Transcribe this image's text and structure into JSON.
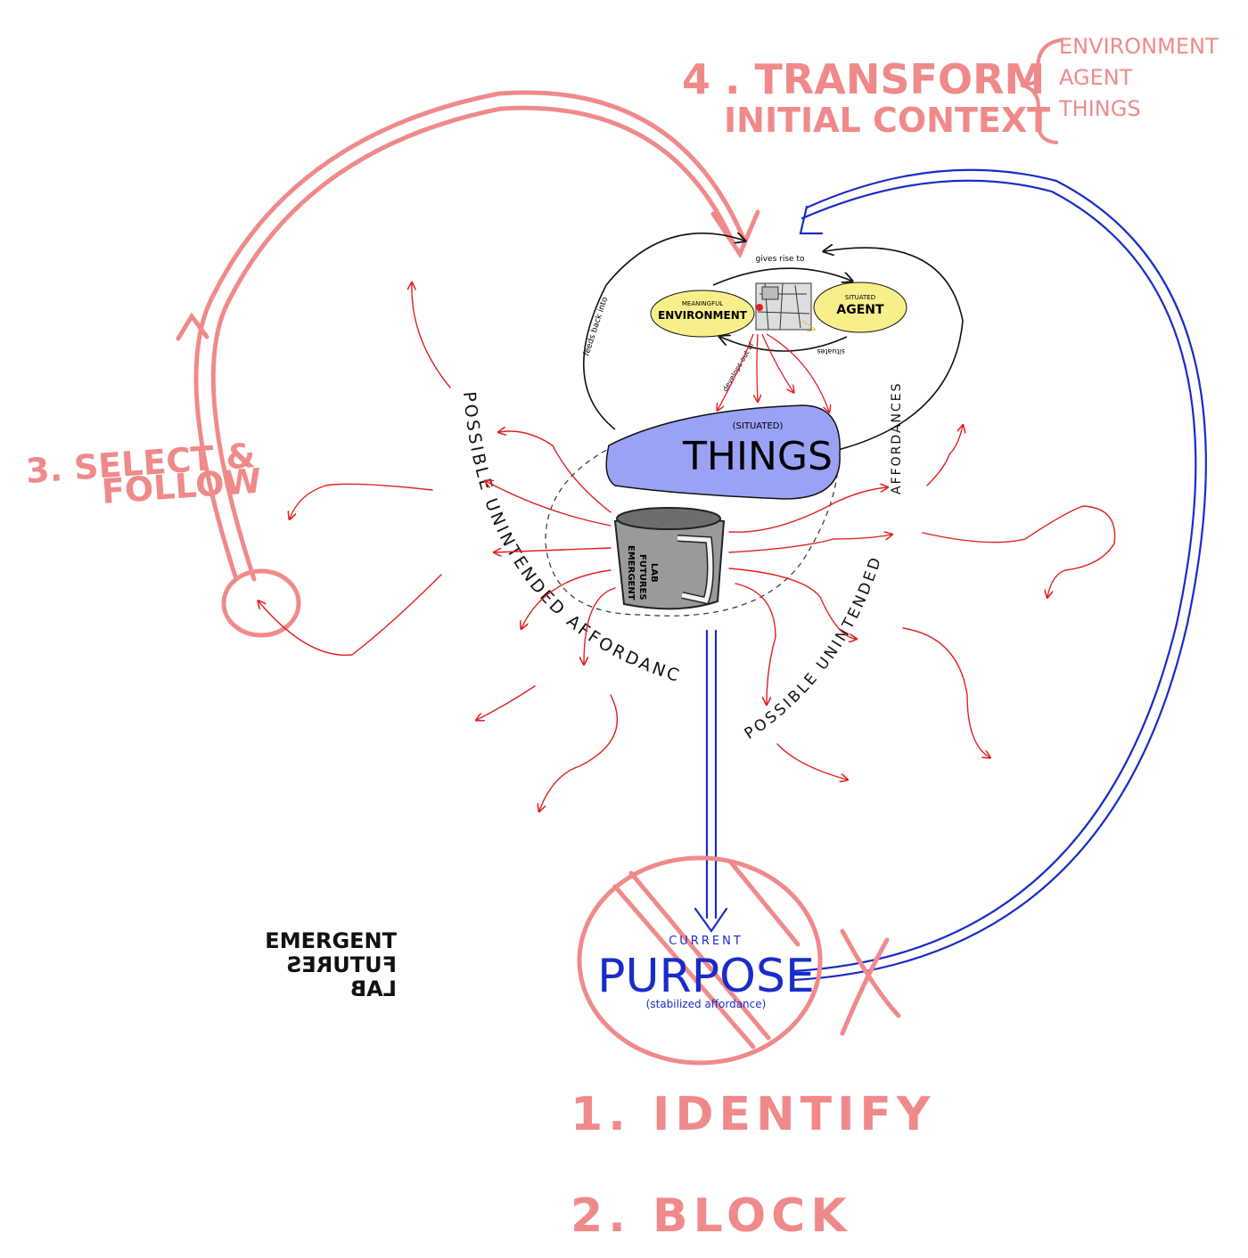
{
  "steps": {
    "transform_line1": "4 . TRANSFORM",
    "transform_line2": "INITIAL CONTEXT",
    "transform_items": [
      "ENVIRONMENT",
      "AGENT",
      "THINGS"
    ],
    "select_line1": "3. SELECT &",
    "select_line2": "FOLLOW",
    "identify": "1. IDENTIFY",
    "block": "2. BLOCK"
  },
  "core": {
    "environment_small": "MEANINGFUL",
    "environment": "ENVIRONMENT",
    "agent_small": "SITUATED",
    "agent": "AGENT",
    "gives_rise_to": "gives rise to",
    "feeds_back_into": "feeds back into",
    "develops_out_of": "develops out of",
    "situates": "situates"
  },
  "things": {
    "small": "(SITUATED)",
    "label": "THINGS"
  },
  "mug": {
    "text": [
      "EMERGENT",
      "FUTURES",
      "LAB"
    ]
  },
  "affordances": {
    "left": "POSSIBLE UNINTENDED AFFORDANCES",
    "right_line1": "POSSIBLE UNINTENDED",
    "right_line2": "AFFORDANCES"
  },
  "purpose": {
    "small": "CURRENT",
    "label": "PURPOSE",
    "sub": "(stabilized affordance)"
  },
  "logo": {
    "lines": [
      "EMERGENT",
      "FUTURES",
      "LAB"
    ]
  },
  "colors": {
    "pink": "#f08a8a",
    "red": "#e02020",
    "blue": "#1a2cc8",
    "yellow": "#f7ef8a",
    "things_fill": "#9aa2f5"
  }
}
